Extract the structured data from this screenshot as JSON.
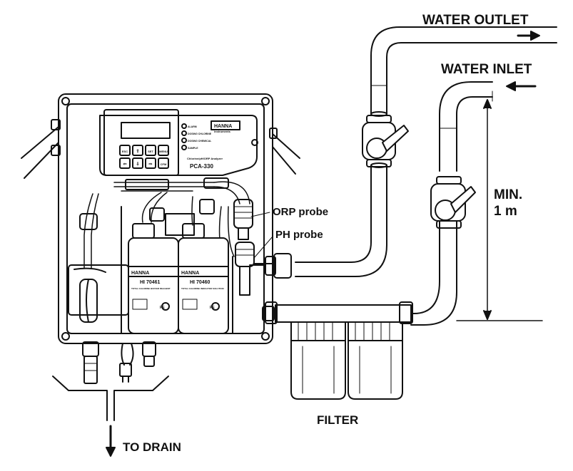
{
  "labels": {
    "water_outlet": "WATER OUTLET",
    "water_inlet": "WATER INLET",
    "min_distance_line1": "MIN.",
    "min_distance_line2": "1 m",
    "orp_probe": "ORP probe",
    "ph_probe": "PH probe",
    "filter": "FILTER",
    "to_drain": "TO DRAIN"
  },
  "panel": {
    "brand": "HANNA",
    "brand_sub": "instruments",
    "model": "PCA-330",
    "model_desc": "Chlorine/pH/ORP Analyzer",
    "indicators": [
      "ALARM",
      "DOSING CHLORINE",
      "DOSING CHEMICAL",
      "SAMPLE"
    ],
    "keys": [
      "ESC",
      "⇧",
      "SET",
      "MENU",
      "⇦",
      "⇩",
      "⇨",
      "CFM"
    ]
  },
  "bottles": [
    {
      "brand": "HANNA",
      "code": "HI 70461",
      "desc": "TOTAL CHLORINE BUFFER REAGENT",
      "badge": "PE"
    },
    {
      "brand": "HANNA",
      "code": "HI 70460",
      "desc": "TOTAL CHLORINE INDICATOR SOLUTION",
      "badge": "PE"
    }
  ],
  "colors": {
    "line": "#111111",
    "background": "#ffffff"
  }
}
